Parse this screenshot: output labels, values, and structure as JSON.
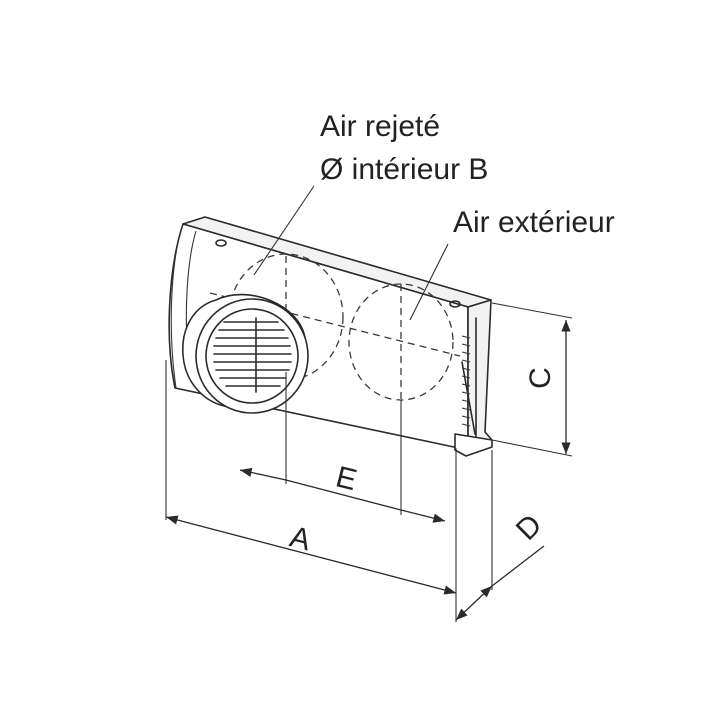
{
  "callouts": {
    "exhaust_air": "Air rejeté",
    "inner_diameter": "Ø intérieur B",
    "outside_air": "Air extérieur"
  },
  "dimensions": {
    "a": "A",
    "c": "C",
    "d": "D",
    "e": "E"
  },
  "colors": {
    "line": "#2a2a2a",
    "background": "#ffffff"
  }
}
